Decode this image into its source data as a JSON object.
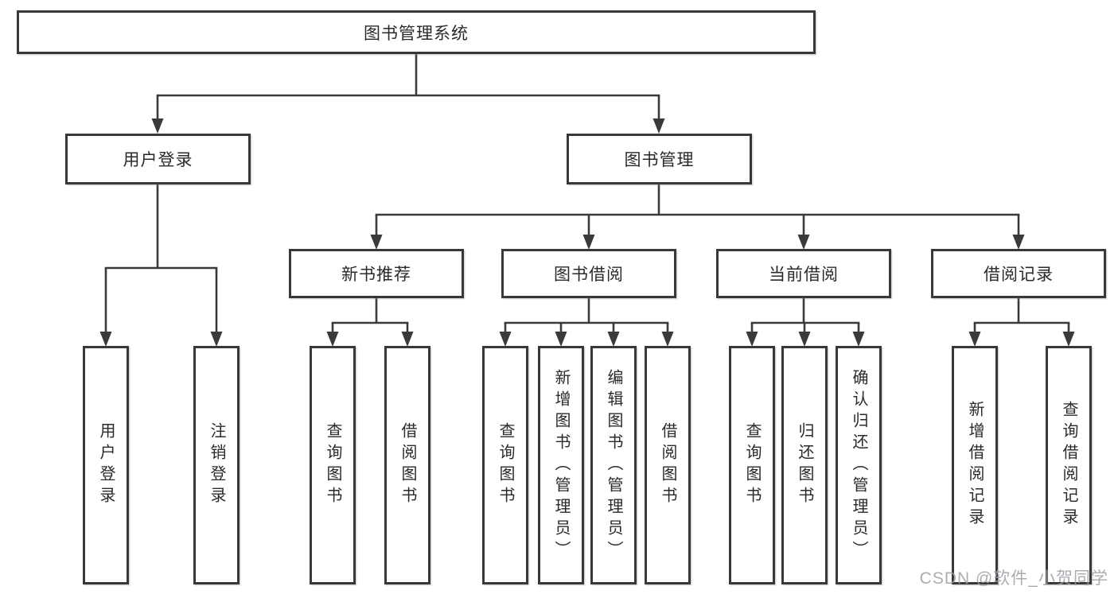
{
  "diagram": {
    "title": "图书管理系统",
    "watermark": "CSDN @软件_小贺同学",
    "colors": {
      "line": "#3a3a3a",
      "box_border": "#383838",
      "box_fill": "#ffffff",
      "text": "#2a2a2a",
      "watermark": "#9ba0a6"
    },
    "level2": [
      {
        "label": "用户登录"
      },
      {
        "label": "图书管理"
      }
    ],
    "level3": [
      {
        "label": "新书推荐",
        "parent": "图书管理"
      },
      {
        "label": "图书借阅",
        "parent": "图书管理"
      },
      {
        "label": "当前借阅",
        "parent": "图书管理"
      },
      {
        "label": "借阅记录",
        "parent": "图书管理"
      }
    ],
    "leaves": [
      {
        "label": "用户登录",
        "parent": "用户登录"
      },
      {
        "label": "注销登录",
        "parent": "用户登录"
      },
      {
        "label": "查询图书",
        "parent": "新书推荐"
      },
      {
        "label": "借阅图书",
        "parent": "新书推荐"
      },
      {
        "label": "查询图书",
        "parent": "图书借阅"
      },
      {
        "label": "新增图书（管理员）",
        "parent": "图书借阅"
      },
      {
        "label": "编辑图书（管理员）",
        "parent": "图书借阅"
      },
      {
        "label": "借阅图书",
        "parent": "图书借阅"
      },
      {
        "label": "查询图书",
        "parent": "当前借阅"
      },
      {
        "label": "归还图书",
        "parent": "当前借阅"
      },
      {
        "label": "确认归还（管理员）",
        "parent": "当前借阅"
      },
      {
        "label": "新增借阅记录",
        "parent": "借阅记录"
      },
      {
        "label": "查询借阅记录",
        "parent": "借阅记录"
      }
    ]
  }
}
